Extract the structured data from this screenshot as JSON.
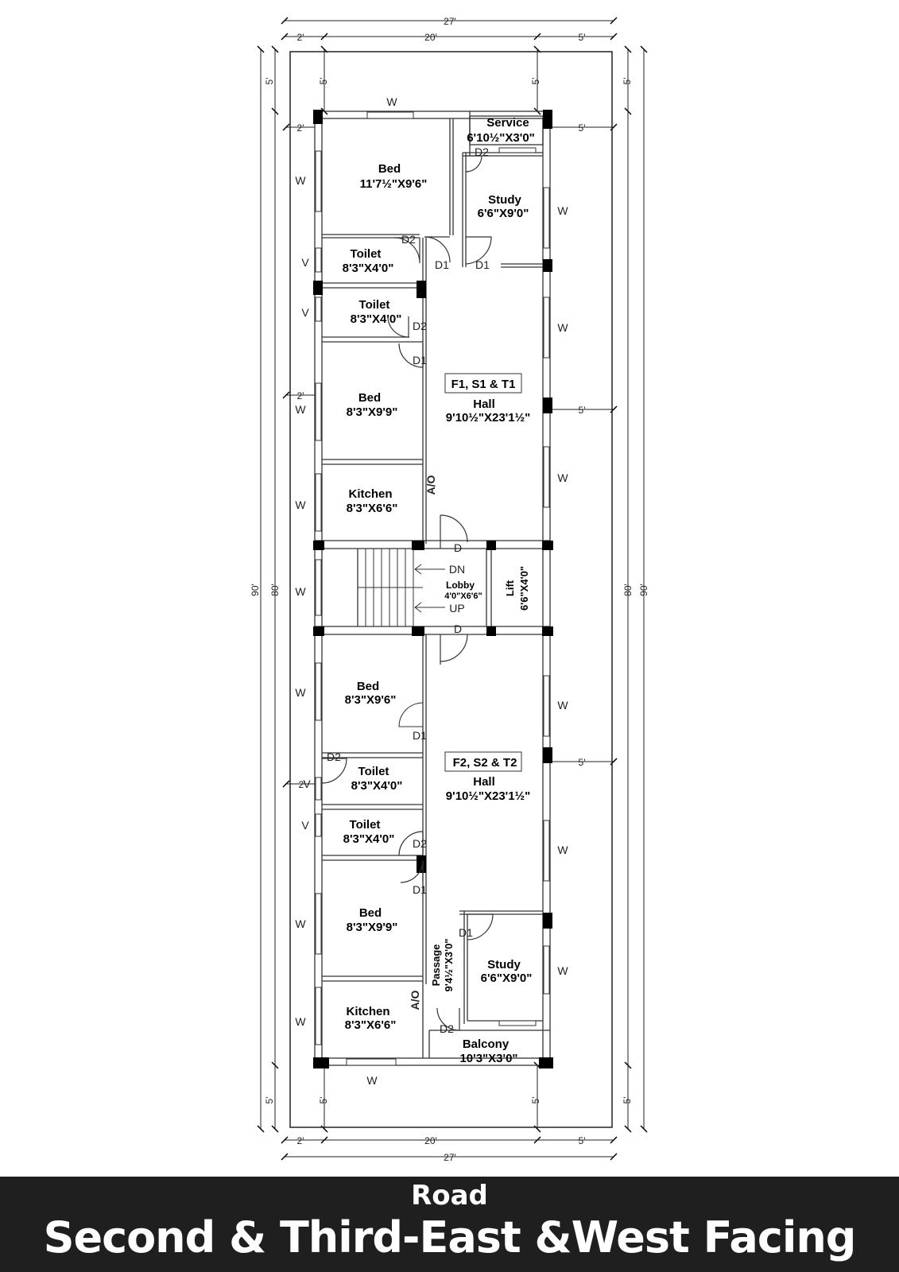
{
  "dims": {
    "overall_width": "27'",
    "left_setback": "2'",
    "building_width": "20'",
    "right_setback": "5'",
    "setback_5": "5'",
    "setback_2": "2'",
    "overall_length": "90'",
    "building_length": "80'"
  },
  "marks": {
    "window": "W",
    "ventilator": "V",
    "door_d1": "D1",
    "door_d2": "D2",
    "door_d": "D",
    "arch_opening": "A/O",
    "down": "DN",
    "up": "UP"
  },
  "rooms": {
    "service": {
      "name": "Service",
      "size": "6'10½\"X3'0\""
    },
    "bed_top": {
      "name": "Bed",
      "size": "11'7½\"X9'6\""
    },
    "study_top": {
      "name": "Study",
      "size": "6'6\"X9'0\""
    },
    "toilet_1": {
      "name": "Toilet",
      "size": "8'3\"X4'0\""
    },
    "toilet_2": {
      "name": "Toilet",
      "size": "8'3\"X4'0\""
    },
    "bed_2": {
      "name": "Bed",
      "size": "8'3\"X9'9\""
    },
    "hall_top": {
      "flat": "F1, S1 & T1",
      "name": "Hall",
      "size": "9'10½\"X23'1½\""
    },
    "kitchen_top": {
      "name": "Kitchen",
      "size": "8'3\"X6'6\""
    },
    "lobby": {
      "name": "Lobby",
      "size": "4'0\"X6'6\""
    },
    "lift": {
      "name": "Lift",
      "size": "6'6\"X4'0\""
    },
    "bed_3": {
      "name": "Bed",
      "size": "8'3\"X9'6\""
    },
    "hall_bottom": {
      "flat": "F2, S2 & T2",
      "name": "Hall",
      "size": "9'10½\"X23'1½\""
    },
    "toilet_3": {
      "name": "Toilet",
      "size": "8'3\"X4'0\""
    },
    "toilet_4": {
      "name": "Toilet",
      "size": "8'3\"X4'0\""
    },
    "bed_4": {
      "name": "Bed",
      "size": "8'3\"X9'9\""
    },
    "passage": {
      "name": "Passage",
      "size": "9'4½\"X3'0\""
    },
    "study_bottom": {
      "name": "Study",
      "size": "6'6\"X9'0\""
    },
    "kitchen_bottom": {
      "name": "Kitchen",
      "size": "8'3\"X6'6\""
    },
    "balcony": {
      "name": "Balcony",
      "size": "10'3\"X3'0\""
    }
  },
  "footer": {
    "road": "Road",
    "title": "Second & Third-East &West Facing"
  }
}
